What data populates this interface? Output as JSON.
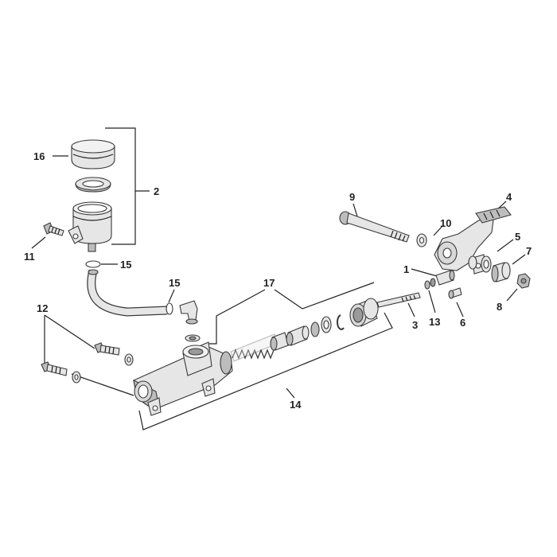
{
  "colors": {
    "line": "#222222",
    "part_fill": "#e6e6e6",
    "part_dark": "#bdbdbd",
    "part_shade": "#9a9a9a",
    "background": "#ffffff"
  },
  "callouts": [
    {
      "id": "c16",
      "text": "16"
    },
    {
      "id": "c2",
      "text": "2"
    },
    {
      "id": "c11",
      "text": "11"
    },
    {
      "id": "c15a",
      "text": "15"
    },
    {
      "id": "c15b",
      "text": "15"
    },
    {
      "id": "c17",
      "text": "17"
    },
    {
      "id": "c12",
      "text": "12"
    },
    {
      "id": "c14",
      "text": "14"
    },
    {
      "id": "c9",
      "text": "9"
    },
    {
      "id": "c10",
      "text": "10"
    },
    {
      "id": "c4",
      "text": "4"
    },
    {
      "id": "c5",
      "text": "5"
    },
    {
      "id": "c7",
      "text": "7"
    },
    {
      "id": "c1",
      "text": "1"
    },
    {
      "id": "c8",
      "text": "8"
    },
    {
      "id": "c3",
      "text": "3"
    },
    {
      "id": "c13",
      "text": "13"
    },
    {
      "id": "c6",
      "text": "6"
    }
  ],
  "parts": [
    {
      "name": "reservoir-cap-part",
      "icon": "cap-icon"
    },
    {
      "name": "reservoir-gasket-part",
      "icon": "gasket-icon"
    },
    {
      "name": "reservoir-body-part",
      "icon": "reservoir-icon"
    },
    {
      "name": "bolt-11-part",
      "icon": "bolt-icon"
    },
    {
      "name": "hose-clamp-part",
      "icon": "clamp-icon"
    },
    {
      "name": "hose-part",
      "icon": "hose-icon"
    },
    {
      "name": "elbow-fitting-part",
      "icon": "fitting-icon"
    },
    {
      "name": "master-cylinder-part",
      "icon": "cylinder-icon"
    },
    {
      "name": "piston-kit-part",
      "icon": "piston-icon"
    },
    {
      "name": "push-rod-part",
      "icon": "rod-icon"
    },
    {
      "name": "pivot-bolt-part",
      "icon": "bolt-icon"
    },
    {
      "name": "washer-10-part",
      "icon": "washer-icon"
    },
    {
      "name": "brake-pedal-part",
      "icon": "pedal-icon"
    },
    {
      "name": "bushing-part",
      "icon": "bushing-icon"
    },
    {
      "name": "spacer-part",
      "icon": "spacer-icon"
    },
    {
      "name": "nut-part",
      "icon": "nut-icon"
    },
    {
      "name": "clevis-part",
      "icon": "clevis-icon"
    },
    {
      "name": "lock-nut-13-part",
      "icon": "nut-icon"
    },
    {
      "name": "pin-6-part",
      "icon": "pin-icon"
    },
    {
      "name": "bolts-12-part",
      "icon": "bolt-icon"
    }
  ]
}
